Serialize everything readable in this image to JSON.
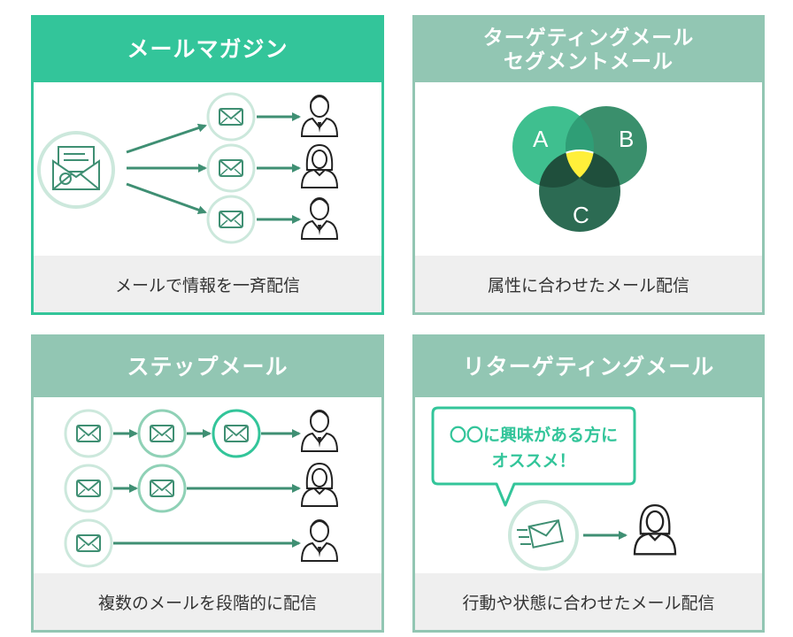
{
  "colors": {
    "accent": "#33c59a",
    "header_muted": "#92c6b3",
    "footer_bg": "#efefef",
    "icon_stroke": "#3f8f73",
    "icon_ring": "#cce8dc",
    "venn_a": "#3fbf8f",
    "venn_b": "#3a8f6c",
    "venn_c": "#2c6b53",
    "venn_overlap": "#ffef3a"
  },
  "cards": {
    "mail_magazine": {
      "title": "メールマガジン",
      "caption": "メールで情報を一斉配信"
    },
    "segment_mail": {
      "title_line1": "ターゲティングメール",
      "title_line2": "セグメントメール",
      "venn_labels": [
        "A",
        "B",
        "C"
      ],
      "caption": "属性に合わせたメール配信"
    },
    "step_mail": {
      "title": "ステップメール",
      "caption": "複数のメールを段階的に配信"
    },
    "retargeting_mail": {
      "title": "リターゲティングメール",
      "bubble_line1": "〇〇に興味がある方に",
      "bubble_line2": "オススメ！",
      "caption": "行動や状態に合わせたメール配信"
    }
  },
  "icons": {
    "envelope": "envelope-icon",
    "open_envelope": "open-envelope-icon",
    "person_male": "person-male-icon",
    "person_female": "person-female-icon",
    "arrow": "arrow-icon",
    "speech_bubble": "speech-bubble-icon",
    "fast_mail": "fast-mail-icon"
  }
}
